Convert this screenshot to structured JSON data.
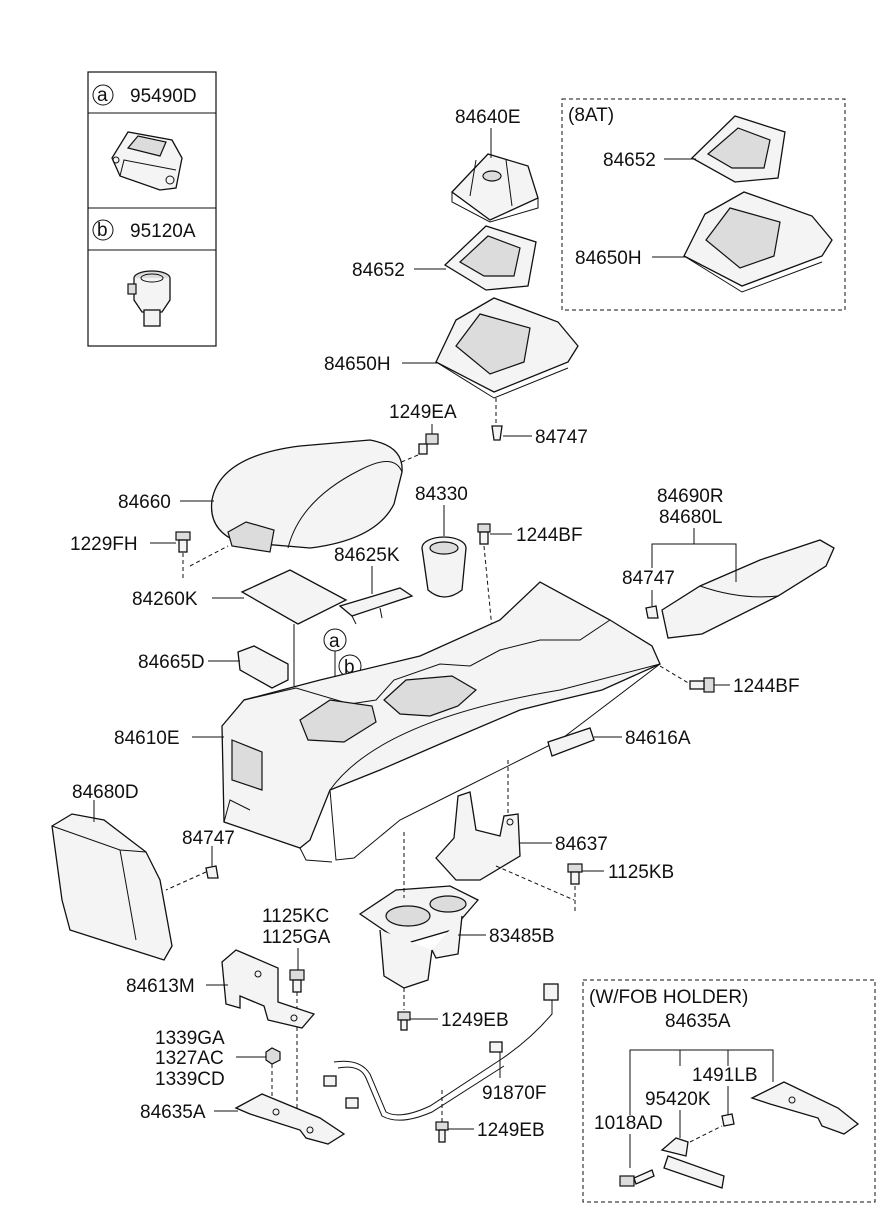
{
  "legend": {
    "items": [
      {
        "letter": "a",
        "code": "95490D",
        "icon": "switch-module-icon"
      },
      {
        "letter": "b",
        "code": "95120A",
        "icon": "power-outlet-icon"
      }
    ]
  },
  "groups": {
    "at8": "(8AT)",
    "fob": "(W/FOB HOLDER)"
  },
  "callouts": {
    "a": "a",
    "b": "b"
  },
  "labels": {
    "p84640E": "84640E",
    "p84652": "84652",
    "p84650H": "84650H",
    "p84652_8at": "84652",
    "p84650H_8at": "84650H",
    "p1249EA": "1249EA",
    "p84747_top": "84747",
    "p84660": "84660",
    "p84330": "84330",
    "p84690R": "84690R",
    "p84680L": "84680L",
    "p1229FH": "1229FH",
    "p1244BF_top": "1244BF",
    "p84625K": "84625K",
    "p84747_mid": "84747",
    "p84260K": "84260K",
    "p84665D": "84665D",
    "p1244BF_right": "1244BF",
    "p84610E": "84610E",
    "p84616A": "84616A",
    "p84680D": "84680D",
    "p84747_low": "84747",
    "p84637": "84637",
    "p1125KB": "1125KB",
    "p1125KC": "1125KC",
    "p1125GA": "1125GA",
    "p83485B": "83485B",
    "p84613M": "84613M",
    "p1249EB_mid": "1249EB",
    "p1339GA": "1339GA",
    "p1327AC": "1327AC",
    "p1339CD": "1339CD",
    "p91870F": "91870F",
    "p84635A": "84635A",
    "p1249EB_low": "1249EB",
    "p84635A_fob": "84635A",
    "p1491LB": "1491LB",
    "p95420K": "95420K",
    "p1018AD": "1018AD"
  }
}
